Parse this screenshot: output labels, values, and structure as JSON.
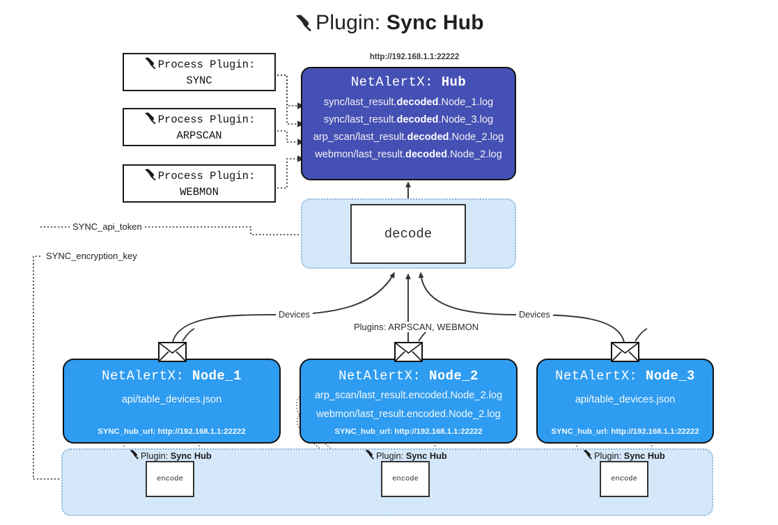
{
  "title": {
    "icon": "plug-icon",
    "prefix": "Plugin:",
    "name": "Sync Hub"
  },
  "process_plugins": [
    {
      "icon": "plug-icon",
      "line1": "Process Plugin:",
      "line2": "SYNC"
    },
    {
      "icon": "plug-icon",
      "line1": "Process Plugin:",
      "line2": "ARPSCAN"
    },
    {
      "icon": "plug-icon",
      "line1": "Process Plugin:",
      "line2": "WEBMON"
    }
  ],
  "hub": {
    "url": "http://192.168.1.1:22222",
    "title_prefix": "NetAlertX:",
    "title_name": "Hub",
    "logs": [
      {
        "pre": "sync/last_result.",
        "mid": "decoded",
        "post": ".Node_1.log"
      },
      {
        "pre": "sync/last_result.",
        "mid": "decoded",
        "post": ".Node_3.log"
      },
      {
        "pre": "arp_scan/last_result.",
        "mid": "decoded",
        "post": ".Node_2.log"
      },
      {
        "pre": "webmon/last_result.",
        "mid": "decoded",
        "post": ".Node_2.log"
      }
    ]
  },
  "decode": {
    "label": "decode"
  },
  "tokens": {
    "api_token": "SYNC_api_token",
    "encryption_key": "SYNC_encryption_key"
  },
  "edge_labels": {
    "devices_left": "Devices",
    "devices_right": "Devices",
    "plugins_center": "Plugins: ARPSCAN, WEBMON"
  },
  "nodes": [
    {
      "title_prefix": "NetAlertX:",
      "title_name": "Node_1",
      "lines": [
        "api/table_devices.json"
      ],
      "hub_url_label": "SYNC_hub_url:",
      "hub_url": "http://192.168.1.1:22222",
      "envelope": "envelope-icon"
    },
    {
      "title_prefix": "NetAlertX:",
      "title_name": "Node_2",
      "lines": [
        "arp_scan/last_result.encoded.Node_2.log",
        "webmon/last_result.encoded.Node_2.log"
      ],
      "hub_url_label": "SYNC_hub_url:",
      "hub_url": "http://192.168.1.1:22222",
      "envelope": "envelope-icon"
    },
    {
      "title_prefix": "NetAlertX:",
      "title_name": "Node_3",
      "lines": [
        "api/table_devices.json"
      ],
      "hub_url_label": "SYNC_hub_url:",
      "hub_url": "http://192.168.1.1:22222",
      "envelope": "envelope-icon"
    }
  ],
  "sync_plugins": [
    {
      "icon": "plug-icon",
      "prefix": "Plugin:",
      "name": "Sync Hub",
      "box_label": "encode"
    },
    {
      "icon": "plug-icon",
      "prefix": "Plugin:",
      "name": "Sync Hub",
      "box_label": "encode"
    },
    {
      "icon": "plug-icon",
      "prefix": "Plugin:",
      "name": "Sync Hub",
      "box_label": "encode"
    }
  ],
  "colors": {
    "hub": "#4550b5",
    "node": "#2e9cf0",
    "group": "#d5e8fa",
    "group_border": "#8fb8d8",
    "stroke": "#333333"
  }
}
